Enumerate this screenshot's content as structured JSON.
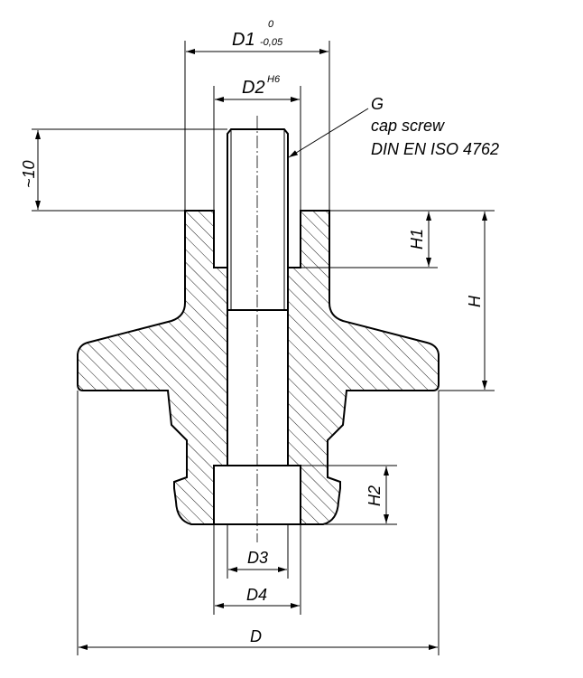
{
  "labels": {
    "d1": "D1",
    "d1_tol_upper": "0",
    "d1_tol_lower": "-0,05",
    "d2": "D2",
    "d2_tol": "H6",
    "g": "G",
    "cap_screw": "cap screw",
    "din": "DIN EN ISO 4762",
    "approx10": "~10",
    "h1": "H1",
    "h": "H",
    "h2": "H2",
    "d3": "D3",
    "d4": "D4",
    "d": "D"
  },
  "colors": {
    "line": "#000000",
    "background": "#ffffff"
  }
}
